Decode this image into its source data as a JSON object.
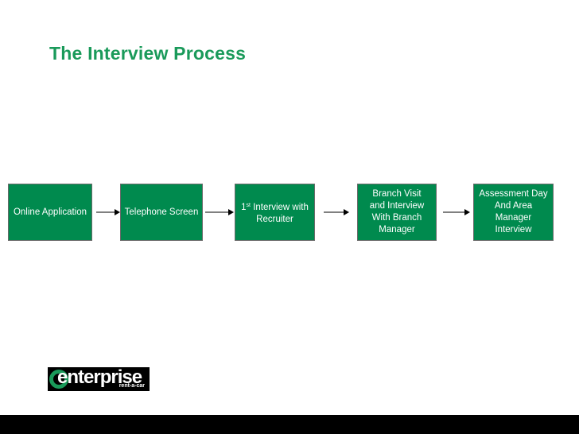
{
  "title": "The Interview Process",
  "steps": [
    {
      "label": "Online Application"
    },
    {
      "label": "Telephone Screen"
    },
    {
      "pre": "1",
      "sup": "st",
      "post": " Interview with\nRecruiter"
    },
    {
      "label": "Branch Visit\nand Interview\nWith Branch\nManager"
    },
    {
      "label": "Assessment Day\nAnd Area\nManager\nInterview"
    }
  ],
  "logo": {
    "word": "enterprise",
    "sub": "rent-a-car"
  },
  "colors": {
    "title": "#1a9a5a",
    "box_fill": "#008a4e",
    "box_border": "#6a6a6a",
    "text": "#ffffff",
    "arrow": "#000000"
  }
}
